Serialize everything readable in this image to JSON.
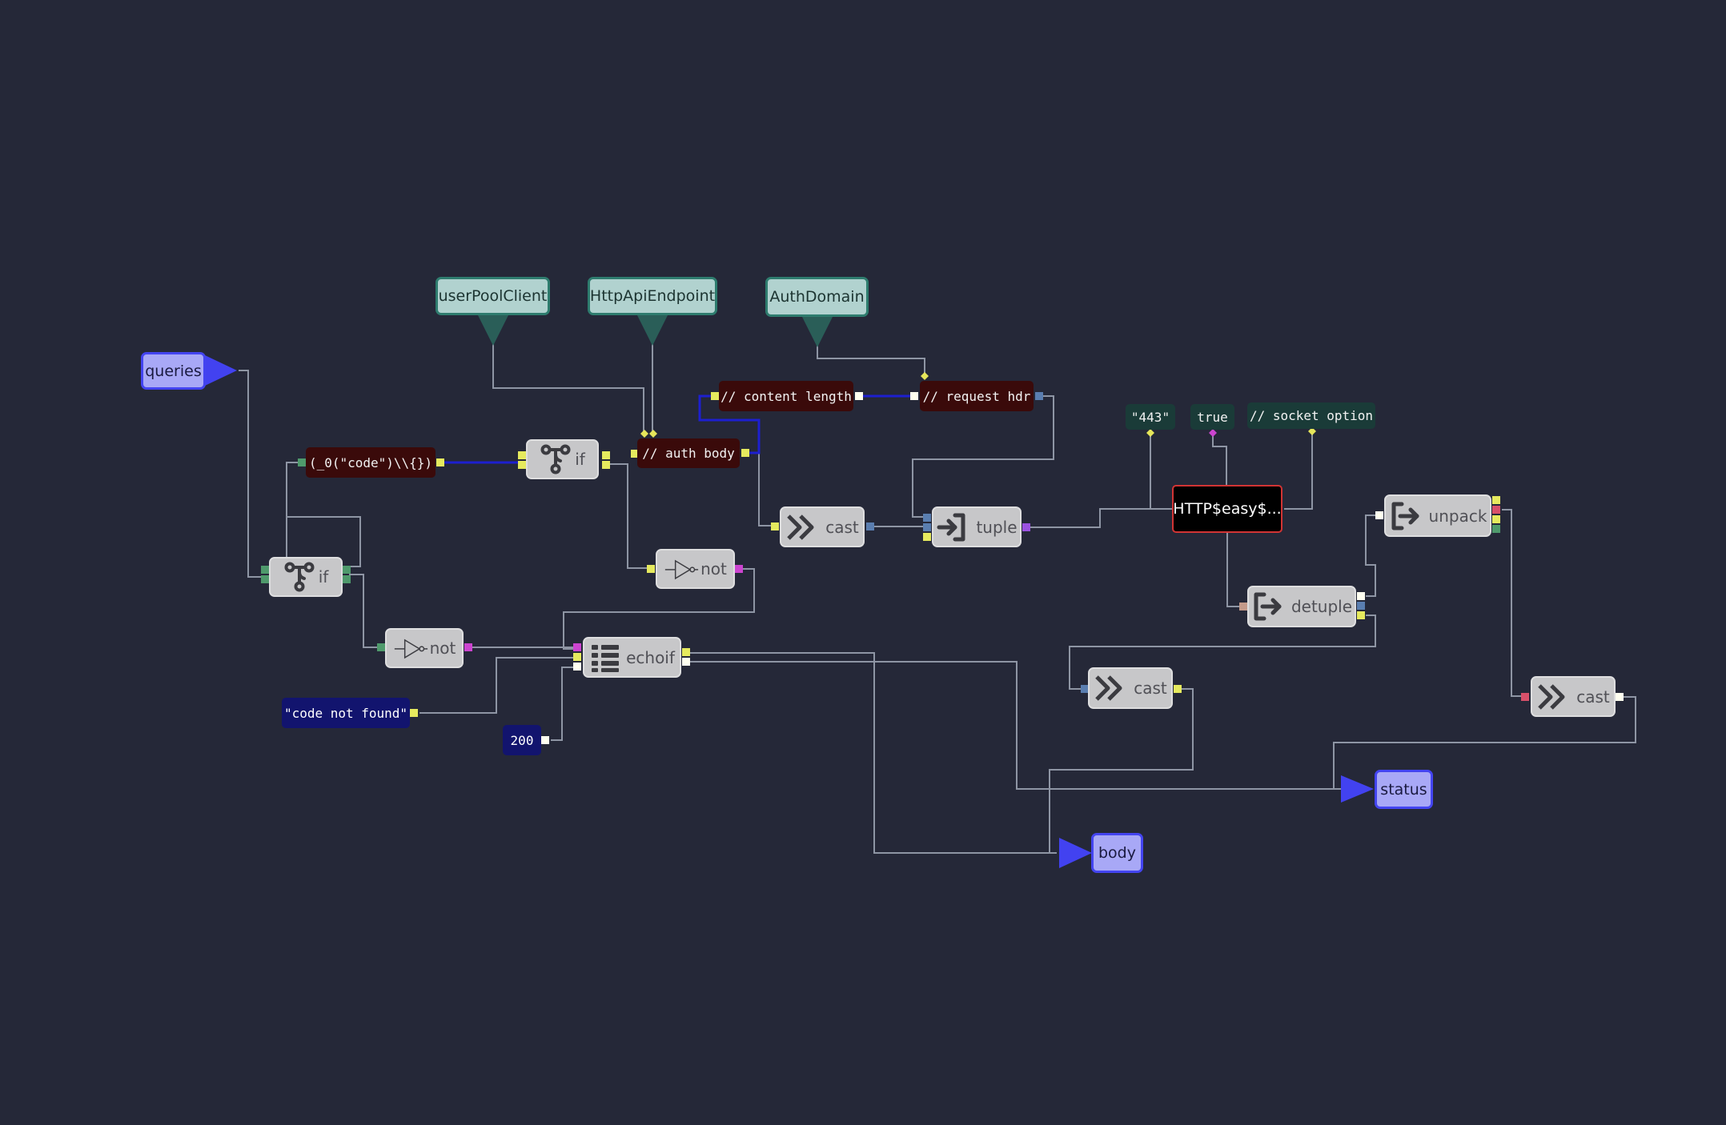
{
  "colors": {
    "background": "#252838",
    "wire": "#8e95a4",
    "highlight_wire": "#1d1fd0",
    "port_yellow": "#e6ea5e",
    "port_green": "#4f9a6c",
    "port_magenta": "#cc44d0",
    "port_blue": "#5a7eb0",
    "port_purple": "#9b52e0",
    "port_red": "#d8506a",
    "io_fill": "#a8a8f6",
    "io_border": "#4344f0"
  },
  "inputs": {
    "queries": "queries"
  },
  "outputs": {
    "status": "status",
    "body": "body"
  },
  "config": {
    "user_pool_client": "userPoolClient",
    "http_api_endpoint": "HttpApiEndpoint",
    "auth_domain": "AuthDomain"
  },
  "code_nodes": {
    "regex": "(_0(\"code\")\\\\{})",
    "auth_body": "// auth body",
    "content_length": "// content length",
    "request_hdr": "// request hdr"
  },
  "consts": {
    "port": "\"443\"",
    "flag": "true",
    "socket_option": "// socket option",
    "code_not_found": "\"code not found\"",
    "status_200": "200"
  },
  "ops": {
    "if_main": {
      "label": "if",
      "icon": "branch-icon"
    },
    "if_top": {
      "label": "if",
      "icon": "branch-icon"
    },
    "not_top": {
      "label": "not",
      "icon": "not-gate-icon"
    },
    "not_main": {
      "label": "not",
      "icon": "not-gate-icon"
    },
    "echoif": {
      "label": "echoif",
      "icon": "list-icon"
    },
    "cast_main": {
      "label": "cast",
      "icon": "double-chevron-icon"
    },
    "tuple": {
      "label": "tuple",
      "icon": "arrow-into-bracket-icon"
    },
    "unpack": {
      "label": "unpack",
      "icon": "arrow-out-bracket-icon"
    },
    "detuple": {
      "label": "detuple",
      "icon": "arrow-out-bracket-icon"
    },
    "cast_mid": {
      "label": "cast",
      "icon": "double-chevron-icon"
    },
    "cast_right": {
      "label": "cast",
      "icon": "double-chevron-icon"
    }
  },
  "http_call": {
    "label": "HTTP$easy$..."
  }
}
